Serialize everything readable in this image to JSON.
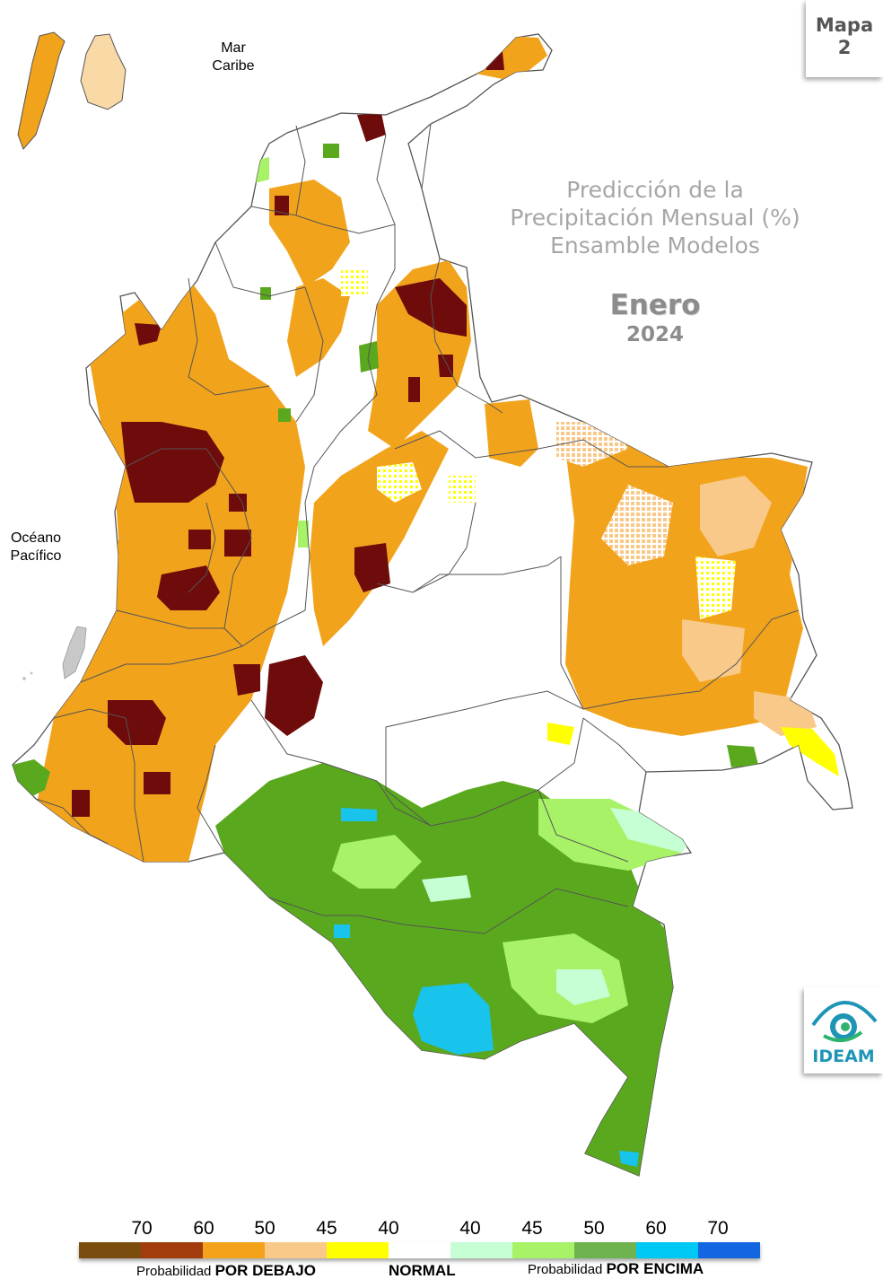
{
  "badge": {
    "line1": "Mapa",
    "line2": "2"
  },
  "title": {
    "line1": "Predicción de la",
    "line2": "Precipitación Mensual (%)",
    "line3": "Ensamble Modelos"
  },
  "period": {
    "month": "Enero",
    "year": "2024"
  },
  "labels": {
    "caribbean_line1": "Mar",
    "caribbean_line2": "Caribe",
    "pacific_line1": "Océano",
    "pacific_line2": "Pacífico"
  },
  "logo": {
    "text": "IDEAM",
    "icon": "ideam-logo-icon"
  },
  "legend": {
    "ticks_below": [
      "70",
      "60",
      "50",
      "45",
      "40"
    ],
    "ticks_above": [
      "40",
      "45",
      "50",
      "60",
      "70"
    ],
    "swatches": [
      {
        "color": "#7a4c0e"
      },
      {
        "color": "#a33c0c"
      },
      {
        "color": "#f3a21a"
      },
      {
        "color": "#f9c98a"
      },
      {
        "color": "#ffff00"
      },
      {
        "color": "#ffffff"
      },
      {
        "color": "#c6ffd4"
      },
      {
        "color": "#a7f266"
      },
      {
        "color": "#6fb34e"
      },
      {
        "color": "#00c8f5"
      },
      {
        "color": "#1466e0"
      }
    ],
    "below_prefix": "Probabilidad",
    "below_bold": "POR DEBAJO",
    "normal": "NORMAL",
    "above_prefix": "Probabilidad",
    "above_bold": "POR ENCIMA"
  },
  "map_colors": {
    "below_70": "#6e0b0b",
    "below_50": "#f2a31c",
    "below_45": "#f9c98a",
    "below_40": "#ffff00",
    "above_50": "#5aa81e",
    "above_45": "#a7f266",
    "above_40": "#c6ffd4",
    "above_60": "#18c3ec",
    "border": "#555555"
  }
}
